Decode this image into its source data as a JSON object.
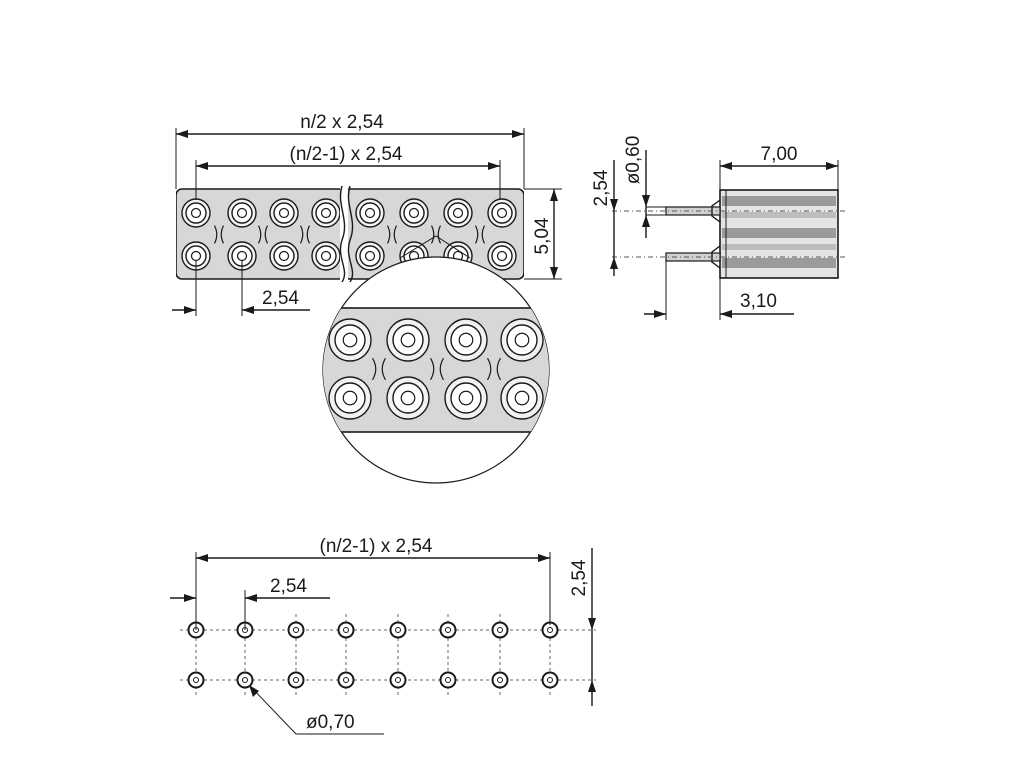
{
  "top_view": {
    "overall_length": "n/2 x 2,54",
    "pin_span": "(n/2-1) x 2,54",
    "height": "5,04",
    "pitch": "2,54"
  },
  "side_view": {
    "row_pitch": "2,54",
    "pin_diameter": "ø0,60",
    "body_length": "7,00",
    "pin_length": "3,10"
  },
  "footprint": {
    "span": "(n/2-1) x 2,54",
    "pitch": "2,54",
    "row_pitch": "2,54",
    "hole_diameter": "ø0,70"
  },
  "colors": {
    "line": "#1a1a1a",
    "body_fill": "#d7d7d7",
    "body_dark": "#9a9a9a",
    "background": "#ffffff"
  }
}
